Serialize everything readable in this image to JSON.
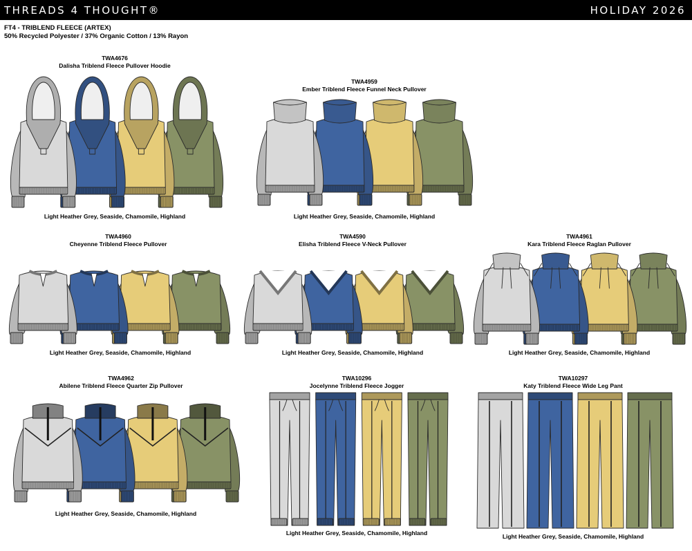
{
  "header": {
    "brand": "THREADS 4 THOUGHT®",
    "season": "HOLIDAY 2026"
  },
  "fabric": {
    "code": "FT4 - TRIBLEND FLEECE (ARTEX)",
    "composition": "50% Recycled Polyester / 37% Organic Cotton / 13% Rayon"
  },
  "colorways": [
    {
      "name": "Light Heather Grey",
      "hex": "#d9d9d9"
    },
    {
      "name": "Seaside",
      "hex": "#3f64a0"
    },
    {
      "name": "Chamomile",
      "hex": "#e6cc79"
    },
    {
      "name": "Highland",
      "hex": "#889266"
    }
  ],
  "products": [
    {
      "style": "TWA4676",
      "name": "Dalisha Triblend Fleece Pullover Hoodie",
      "colors": "Light Heather Grey, Seaside, Chamomile, Highland",
      "garment": "hoodie-icon"
    },
    {
      "style": "TWA4959",
      "name": "Ember Triblend Fleece Funnel Neck Pullover",
      "colors": "Light Heather Grey, Seaside, Chamomile, Highland",
      "garment": "funnel-neck-icon"
    },
    {
      "style": "TWA4960",
      "name": "Cheyenne Triblend Fleece Pullover",
      "colors": "Light Heather Grey, Seaside, Chamomile, Highland",
      "garment": "notch-neck-icon"
    },
    {
      "style": "TWA4590",
      "name": "Elisha Triblend Fleece V-Neck Pullover",
      "colors": "Light Heather Grey, Seaside, Chamomile, Highland",
      "garment": "v-neck-icon"
    },
    {
      "style": "TWA4961",
      "name": "Kara Triblend Fleece Raglan Pullover",
      "colors": "Light Heather Grey, Seaside, Chamomile, Highland",
      "garment": "raglan-icon"
    },
    {
      "style": "TWA4962",
      "name": "Abilene Triblend Fleece Quarter Zip Pullover",
      "colors": "Light Heather Grey, Seaside, Chamomile, Highland",
      "garment": "quarter-zip-icon"
    },
    {
      "style": "TWA10296",
      "name": "Jocelynne Triblend Fleece Jogger",
      "colors": "Light Heather Grey, Seaside, Chamomile, Highland",
      "garment": "jogger-icon"
    },
    {
      "style": "TWA10297",
      "name": "Katy Triblend Fleece Wide Leg Pant",
      "colors": "Light Heather Grey, Seaside, Chamomile, Highland",
      "garment": "wide-leg-pant-icon"
    }
  ]
}
